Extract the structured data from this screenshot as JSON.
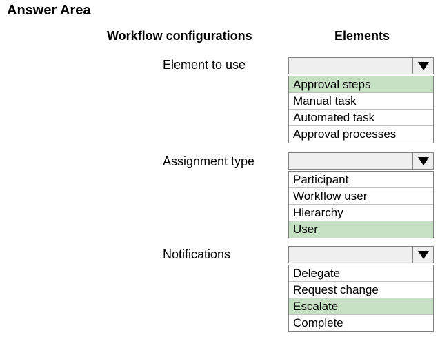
{
  "title": "Answer Area",
  "headers": {
    "left": "Workflow configurations",
    "right": "Elements"
  },
  "colors": {
    "selected_option_bg": "#c6e0c4",
    "select_box_bg": "#efefef",
    "border": "#7f7f7f"
  },
  "rows": [
    {
      "label": "Element to use",
      "selected_value": "",
      "options": [
        {
          "label": "Approval steps",
          "highlighted": true
        },
        {
          "label": "Manual task",
          "highlighted": false
        },
        {
          "label": "Automated task",
          "highlighted": false
        },
        {
          "label": "Approval processes",
          "highlighted": false
        }
      ]
    },
    {
      "label": "Assignment type",
      "selected_value": "",
      "options": [
        {
          "label": "Participant",
          "highlighted": false
        },
        {
          "label": "Workflow user",
          "highlighted": false
        },
        {
          "label": "Hierarchy",
          "highlighted": false
        },
        {
          "label": "User",
          "highlighted": true
        }
      ]
    },
    {
      "label": "Notifications",
      "selected_value": "",
      "options": [
        {
          "label": "Delegate",
          "highlighted": false
        },
        {
          "label": "Request change",
          "highlighted": false
        },
        {
          "label": "Escalate",
          "highlighted": true
        },
        {
          "label": "Complete",
          "highlighted": false
        }
      ]
    }
  ],
  "icons": {
    "dropdown_arrow": "triangle-down-icon"
  }
}
